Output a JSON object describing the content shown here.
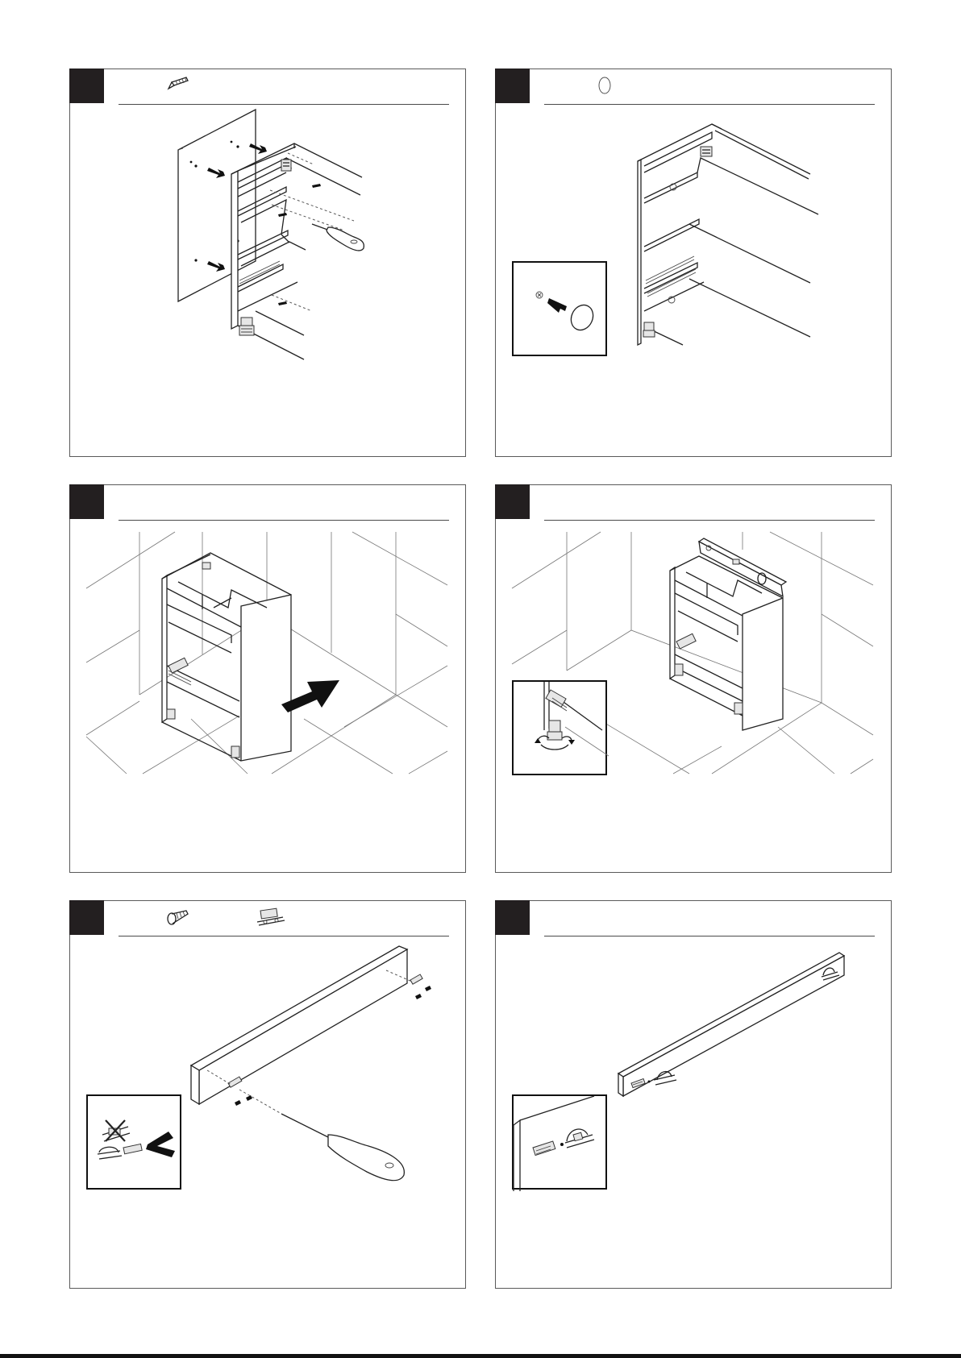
{
  "steps": [
    {
      "id": "panel-1",
      "parts": [
        "countersunk-screw-icon"
      ],
      "inset": false
    },
    {
      "id": "panel-2",
      "parts": [
        "cover-cap-icon"
      ],
      "inset": true
    },
    {
      "id": "panel-3",
      "parts": [],
      "inset": false
    },
    {
      "id": "panel-4",
      "parts": [],
      "inset": true
    },
    {
      "id": "panel-5",
      "parts": [
        "wood-screw-icon",
        "front-fitting-icon"
      ],
      "inset": true
    },
    {
      "id": "panel-6",
      "parts": [],
      "inset": true
    }
  ],
  "colors": {
    "badge": "#231f20",
    "frame": "#5a5a5a",
    "line": "#222222"
  }
}
